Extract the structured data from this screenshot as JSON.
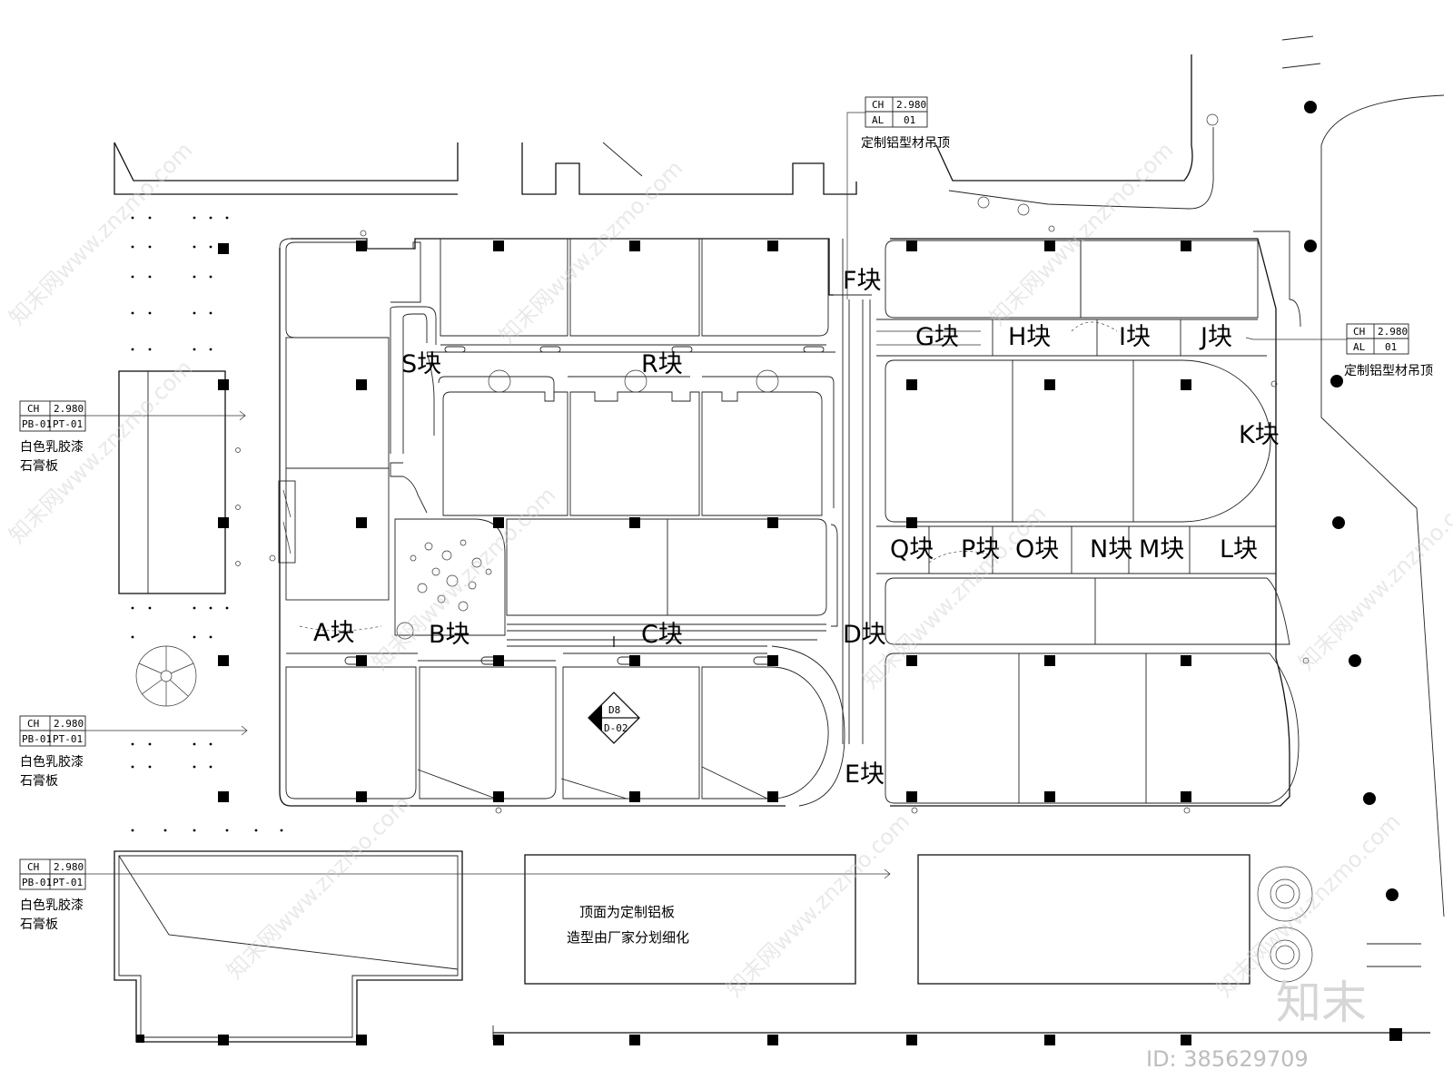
{
  "zones": [
    {
      "id": "A",
      "label": "A块"
    },
    {
      "id": "B",
      "label": "B块"
    },
    {
      "id": "C",
      "label": "C块"
    },
    {
      "id": "D",
      "label": "D块"
    },
    {
      "id": "E",
      "label": "E块"
    },
    {
      "id": "F",
      "label": "F块"
    },
    {
      "id": "G",
      "label": "G块"
    },
    {
      "id": "H",
      "label": "H块"
    },
    {
      "id": "I",
      "label": "I块"
    },
    {
      "id": "J",
      "label": "J块"
    },
    {
      "id": "K",
      "label": "K块"
    },
    {
      "id": "L",
      "label": "L块"
    },
    {
      "id": "M",
      "label": "M块"
    },
    {
      "id": "N",
      "label": "N块"
    },
    {
      "id": "O",
      "label": "O块"
    },
    {
      "id": "P",
      "label": "P块"
    },
    {
      "id": "Q",
      "label": "Q块"
    },
    {
      "id": "R",
      "label": "R块"
    },
    {
      "id": "S",
      "label": "S块"
    }
  ],
  "tags": {
    "top": {
      "r1c1": "CH",
      "r1c2": "2.980",
      "r2c1": "AL",
      "r2c2": "01",
      "note": "定制铝型材吊顶"
    },
    "right": {
      "r1c1": "CH",
      "r1c2": "2.980",
      "r2c1": "AL",
      "r2c2": "01",
      "note": "定制铝型材吊顶"
    },
    "left1": {
      "r1c1": "CH",
      "r1c2": "2.980",
      "r2c1": "PB-01",
      "r2c2": "PT-01",
      "note1": "白色乳胶漆",
      "note2": "石膏板"
    },
    "left2": {
      "r1c1": "CH",
      "r1c2": "2.980",
      "r2c1": "PB-01",
      "r2c2": "PT-01",
      "note1": "白色乳胶漆",
      "note2": "石膏板"
    },
    "left3": {
      "r1c1": "CH",
      "r1c2": "2.980",
      "r2c1": "PB-01",
      "r2c2": "PT-01",
      "note1": "白色乳胶漆",
      "note2": "石膏板"
    }
  },
  "center_note": {
    "line1": "顶面为定制铝板",
    "line2": "造型由厂家分划细化"
  },
  "detail_marker": {
    "top": "D8",
    "bottom": "D-02"
  },
  "watermark": {
    "text": "知末网www.znzmo.com",
    "logo": "知末",
    "id": "ID: 385629709"
  }
}
